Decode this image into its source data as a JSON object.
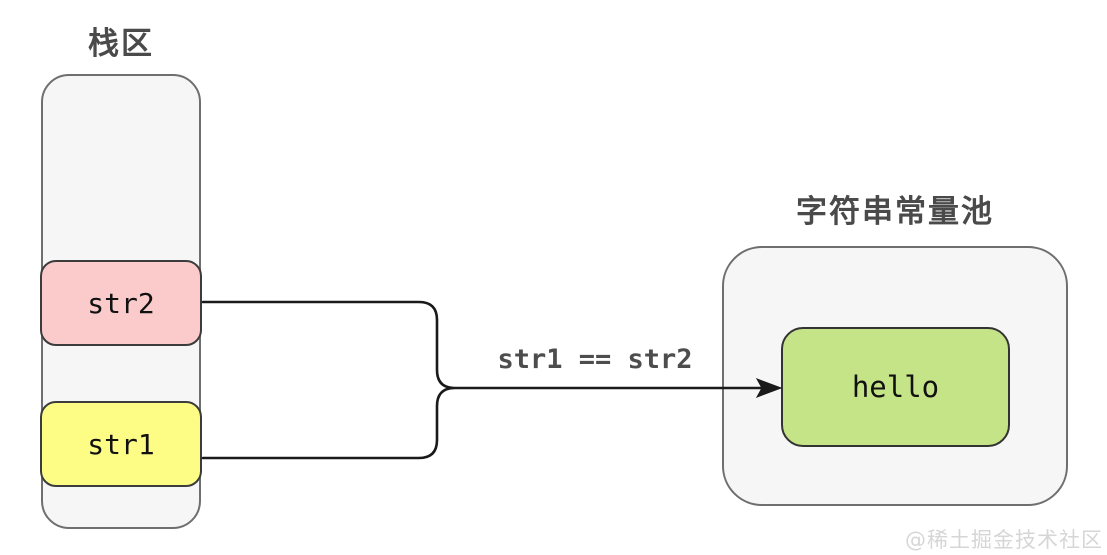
{
  "stack": {
    "title": "栈区",
    "items": [
      {
        "label": "str2",
        "color": "#fbcbcb"
      },
      {
        "label": "str1",
        "color": "#fdfd86"
      }
    ]
  },
  "pool": {
    "title": "字符串常量池",
    "items": [
      {
        "label": "hello",
        "color": "#c5e387"
      }
    ]
  },
  "arrow": {
    "label": "str1 == str2",
    "color": "#111111"
  },
  "containers": {
    "fill": "#f6f6f6",
    "border": "#6f6f6f"
  },
  "watermark": "@稀土掘金技术社区"
}
